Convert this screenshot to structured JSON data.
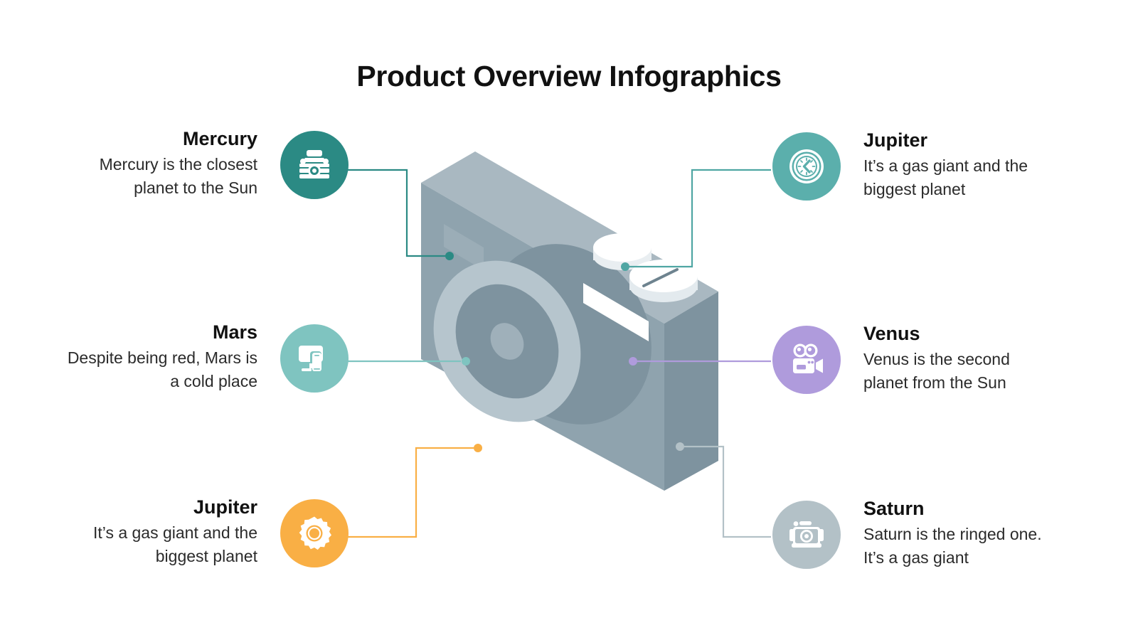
{
  "slide": {
    "title": "Product Overview Infographics",
    "background": "#ffffff"
  },
  "palette": {
    "mercury": "#2B8A84",
    "jupiter_top": "#5BAFAC",
    "mars": "#7FC4C0",
    "venus": "#AF9BDC",
    "jupiter_bottom": "#F9AF45",
    "saturn": "#B3C1C7",
    "camera_top": "#A9B8C1",
    "camera_front": "#8FA3AE",
    "camera_side": "#7E939F",
    "lens_ring": "#B6C5CD",
    "lens_inner": "#7E939F",
    "text": "#111111"
  },
  "items": [
    {
      "id": "mercury",
      "side": "left",
      "title": "Mercury",
      "description": "Mercury is the closest planet to the Sun",
      "icon": "photo-camera-icon",
      "color": "#2B8A84"
    },
    {
      "id": "mars",
      "side": "left",
      "title": "Mars",
      "description": "Despite being red, Mars is a cold place",
      "icon": "devices-monitor-icon",
      "color": "#7FC4C0"
    },
    {
      "id": "jupiter-bottom",
      "side": "left",
      "title": "Jupiter",
      "description": "It’s a gas giant and the biggest planet",
      "icon": "gear-icon",
      "color": "#F9AF45"
    },
    {
      "id": "jupiter-top",
      "side": "right",
      "title": "Jupiter",
      "description": "It’s a gas giant and the biggest planet",
      "icon": "clock-icon",
      "color": "#5BAFAC"
    },
    {
      "id": "venus",
      "side": "right",
      "title": "Venus",
      "description": "Venus is the second planet from the Sun",
      "icon": "video-camera-icon",
      "color": "#AF9BDC"
    },
    {
      "id": "saturn",
      "side": "right",
      "title": "Saturn",
      "description": "Saturn is the ringed one. It’s a gas giant",
      "icon": "retro-camera-icon",
      "color": "#B3C1C7"
    }
  ],
  "connectors": [
    {
      "id": "mercury-connector",
      "color": "#2B8A84",
      "target": "viewfinder-window"
    },
    {
      "id": "mars-connector",
      "color": "#7FC4C0",
      "target": "lens-center"
    },
    {
      "id": "jupiter-bottom-connector",
      "color": "#F9AF45",
      "target": "lens-rim"
    },
    {
      "id": "jupiter-top-connector",
      "color": "#5BAFAC",
      "target": "shutter-dial"
    },
    {
      "id": "venus-connector",
      "color": "#AF9BDC",
      "target": "flash-strip"
    },
    {
      "id": "saturn-connector",
      "color": "#B3C1C7",
      "target": "camera-side-panel"
    }
  ],
  "illustration": {
    "name": "isometric-camera"
  }
}
